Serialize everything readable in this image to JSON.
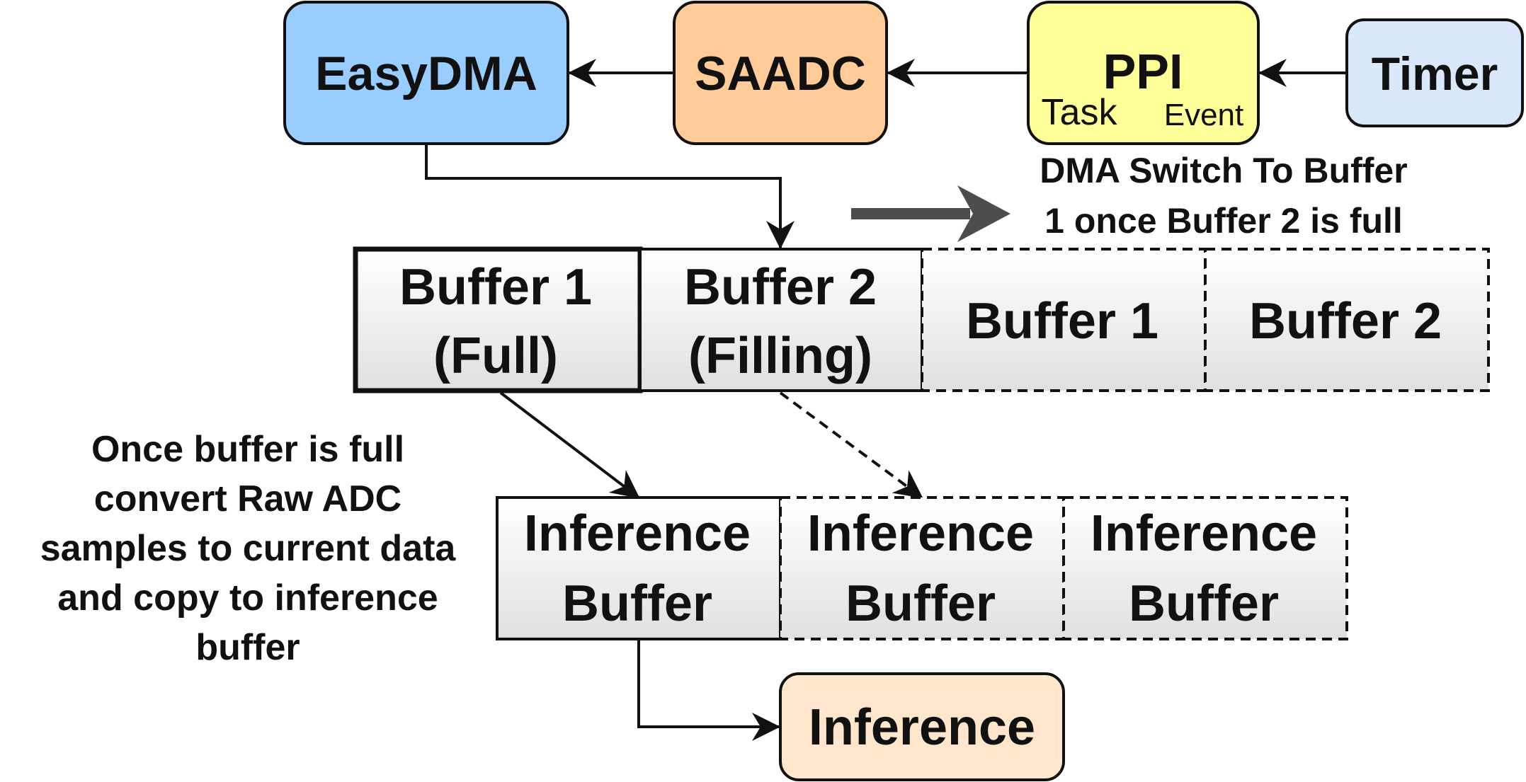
{
  "colors": {
    "easydma_fill": "#99ccff",
    "saadc_fill": "#ffcc99",
    "ppi_fill": "#ffff99",
    "timer_fill": "#dae8fc",
    "inference_fill": "#ffe6cc",
    "buffer_gradient_top": "#ffffff",
    "buffer_gradient_bottom": "#e0e0e0",
    "stroke": "#111111",
    "big_arrow": "#4d4d4d"
  },
  "blocks": {
    "easydma": {
      "label": "EasyDMA"
    },
    "saadc": {
      "label": "SAADC"
    },
    "ppi": {
      "label": "PPI",
      "task_label": "Task",
      "event_label": "Event"
    },
    "timer": {
      "label": "Timer"
    },
    "inference": {
      "label": "Inference"
    }
  },
  "dma_buffers": {
    "active": [
      {
        "line1": "Buffer 1",
        "line2": "(Full)"
      },
      {
        "line1": "Buffer 2",
        "line2": "(Filling)"
      }
    ],
    "next": [
      {
        "label": "Buffer 1"
      },
      {
        "label": "Buffer 2"
      }
    ]
  },
  "inference_buffers": [
    {
      "line1": "Inference",
      "line2": "Buffer"
    },
    {
      "line1": "Inference",
      "line2": "Buffer"
    },
    {
      "line1": "Inference",
      "line2": "Buffer"
    }
  ],
  "notes": {
    "dma_switch": [
      "DMA Switch To Buffer",
      "1 once Buffer 2 is full"
    ],
    "convert": [
      "Once buffer is full",
      "convert Raw ADC",
      "samples to current data",
      "and copy to inference",
      "buffer"
    ]
  }
}
